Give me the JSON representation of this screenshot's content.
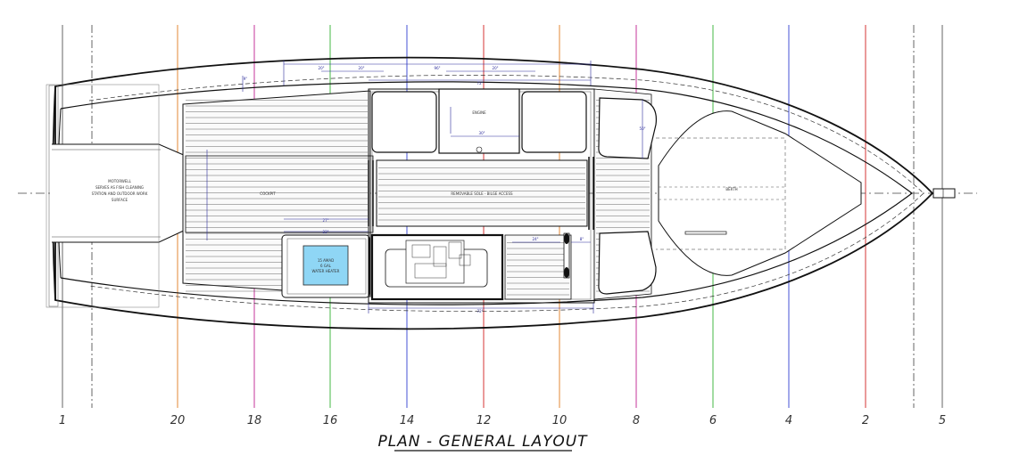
{
  "title": "PLAN - GENERAL LAYOUT",
  "stations": [
    {
      "label": "1",
      "color": "#555555"
    },
    {
      "label": "",
      "color": "#555555"
    },
    {
      "label": "20",
      "color": "#e07b20"
    },
    {
      "label": "18",
      "color": "#c02090"
    },
    {
      "label": "16",
      "color": "#30b030"
    },
    {
      "label": "14",
      "color": "#3040d0"
    },
    {
      "label": "12",
      "color": "#d02020"
    },
    {
      "label": "10",
      "color": "#e07b20"
    },
    {
      "label": "8",
      "color": "#c02090"
    },
    {
      "label": "6",
      "color": "#30b030"
    },
    {
      "label": "4",
      "color": "#3040d0"
    },
    {
      "label": "2",
      "color": "#d02020"
    },
    {
      "label": "",
      "color": "#555555"
    },
    {
      "label": "5",
      "color": "#555555"
    }
  ],
  "labels": {
    "motorwell": [
      "MOTORWELL",
      "SERVES AS FISH CLEANING",
      "STATION AND OUTDOOR WORK",
      "SURFACE"
    ],
    "cockpit": "COCKPIT",
    "sole": "REMOVABLE SOLE - BILGE ACCESS",
    "engine": "ENGINE",
    "berth": "BERTH",
    "water_heater": [
      "15 AMAD",
      "6 GAL",
      "WATER HEATER"
    ]
  },
  "dimensions": {
    "top_overall": "96\"",
    "top_inner": "72\"",
    "bottom_inner": "72\"",
    "d27": "27\"",
    "d22": "22\"",
    "d20a": "20\"",
    "d20b": "20\"",
    "d20c": "20\"",
    "d8": "8\"",
    "d24": "24\"",
    "d30": "30\"",
    "d50": "50\"",
    "d9": "9\""
  }
}
